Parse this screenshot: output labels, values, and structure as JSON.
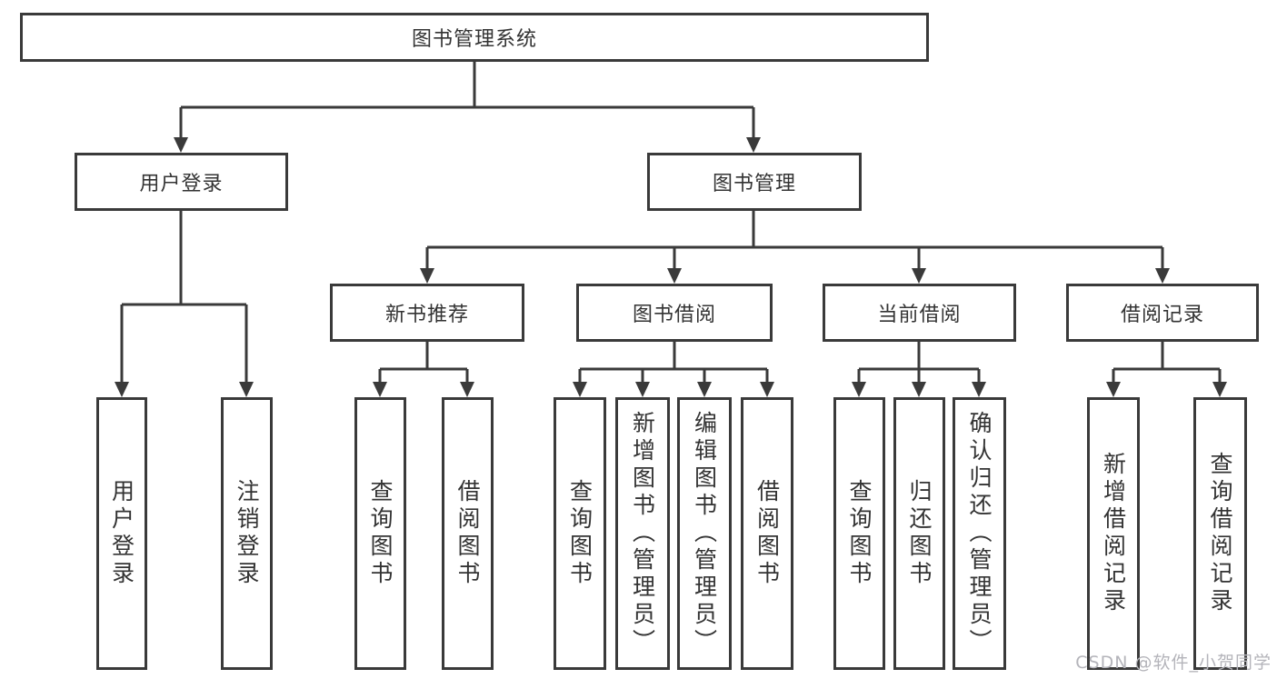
{
  "diagram": {
    "root": {
      "label": "图书管理系统"
    },
    "children": [
      {
        "label": "用户登录",
        "children": [
          {
            "label": "用户登录"
          },
          {
            "label": "注销登录"
          }
        ]
      },
      {
        "label": "图书管理",
        "children": [
          {
            "label": "新书推荐",
            "children": [
              {
                "label": "查询图书"
              },
              {
                "label": "借阅图书"
              }
            ]
          },
          {
            "label": "图书借阅",
            "children": [
              {
                "label": "查询图书"
              },
              {
                "label": "新增图书（管理员）"
              },
              {
                "label": "编辑图书（管理员）"
              },
              {
                "label": "借阅图书"
              }
            ]
          },
          {
            "label": "当前借阅",
            "children": [
              {
                "label": "查询图书"
              },
              {
                "label": "归还图书"
              },
              {
                "label": "确认归还（管理员）"
              }
            ]
          },
          {
            "label": "借阅记录",
            "children": [
              {
                "label": "新增借阅记录"
              },
              {
                "label": "查询借阅记录"
              }
            ]
          }
        ]
      }
    ]
  },
  "colors": {
    "line": "#3a3a3a",
    "text": "#333333",
    "watermark": "#b4b4ba",
    "background": "#ffffff"
  },
  "watermark": "CSDN @软件_小贺同学"
}
